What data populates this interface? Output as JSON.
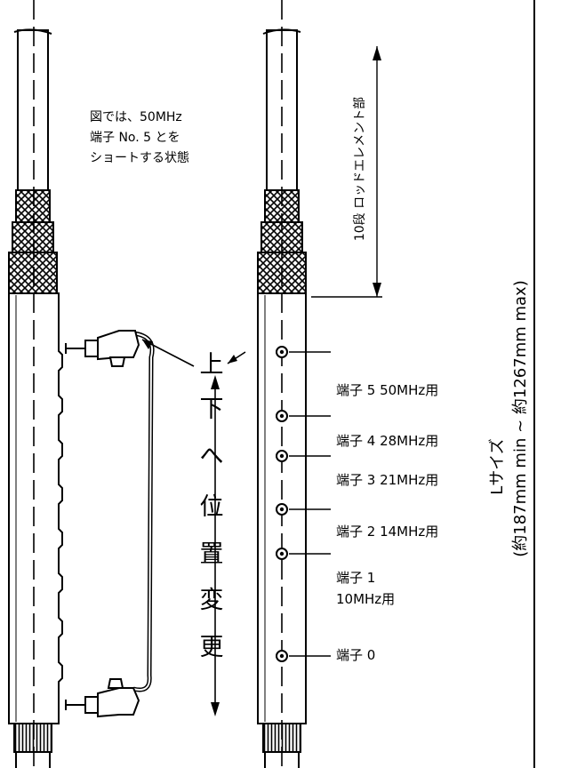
{
  "note_lines": [
    "図では、50MHz",
    "端子 No. 5 とを",
    "ショートする状態"
  ],
  "move_chars": [
    "上",
    "下",
    "へ",
    "位",
    "置",
    "変",
    "更"
  ],
  "section_label": "10段 ロッドエレメント部",
  "length_label": "Lサイズ",
  "length_range": "(約187mm min ~ 約1267mm max)",
  "terminals": [
    {
      "label": "端子 5 50MHz用"
    },
    {
      "label": "端子 4 28MHz用"
    },
    {
      "label": "端子 3 21MHz用"
    },
    {
      "label": "端子 2 14MHz用"
    },
    {
      "label": "端子 1",
      "sub": "10MHz用"
    },
    {
      "label": "端子  0"
    }
  ]
}
